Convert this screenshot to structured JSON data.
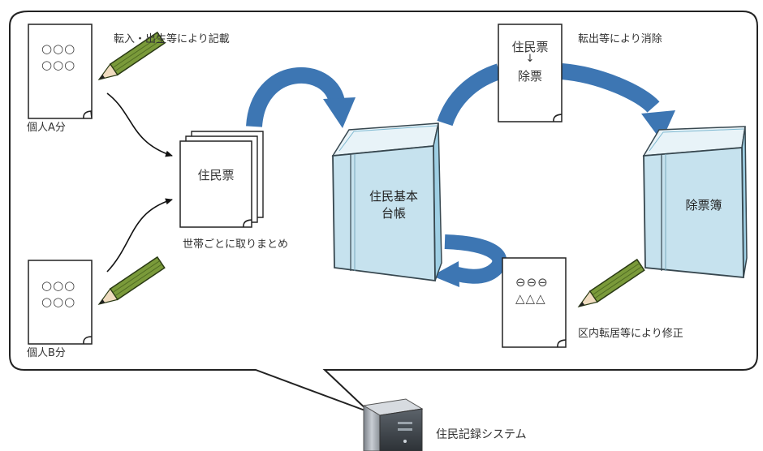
{
  "individual_a": {
    "circles_row1": "○○○",
    "circles_row2": "○○○",
    "label": "個人A分",
    "action": "転入・出生等により記載"
  },
  "individual_b": {
    "circles_row1": "○○○",
    "circles_row2": "○○○",
    "label": "個人B分"
  },
  "household": {
    "doc_title": "住民票",
    "caption": "世帯ごとに取りまとめ"
  },
  "basic_ledger": {
    "title_line1": "住民基本",
    "title_line2": "台帳"
  },
  "removal": {
    "doc_line1": "住民票",
    "arrow": "↓",
    "doc_line2": "除票",
    "action": "転出等により消除"
  },
  "removal_ledger": {
    "title": "除票簿"
  },
  "correction": {
    "row1": "⊖⊖⊖",
    "row2": "△△△",
    "action": "区内転居等により修正"
  },
  "system": {
    "label": "住民記録システム"
  },
  "colors": {
    "book_face": "#c6e2ee",
    "book_spine": "#a7d0e2",
    "book_pages": "#9ecfe4",
    "book_outline": "#37474f",
    "arrow_blue": "#3d76b3",
    "pencil_green": "#7a9a3a",
    "outline": "#222222"
  }
}
